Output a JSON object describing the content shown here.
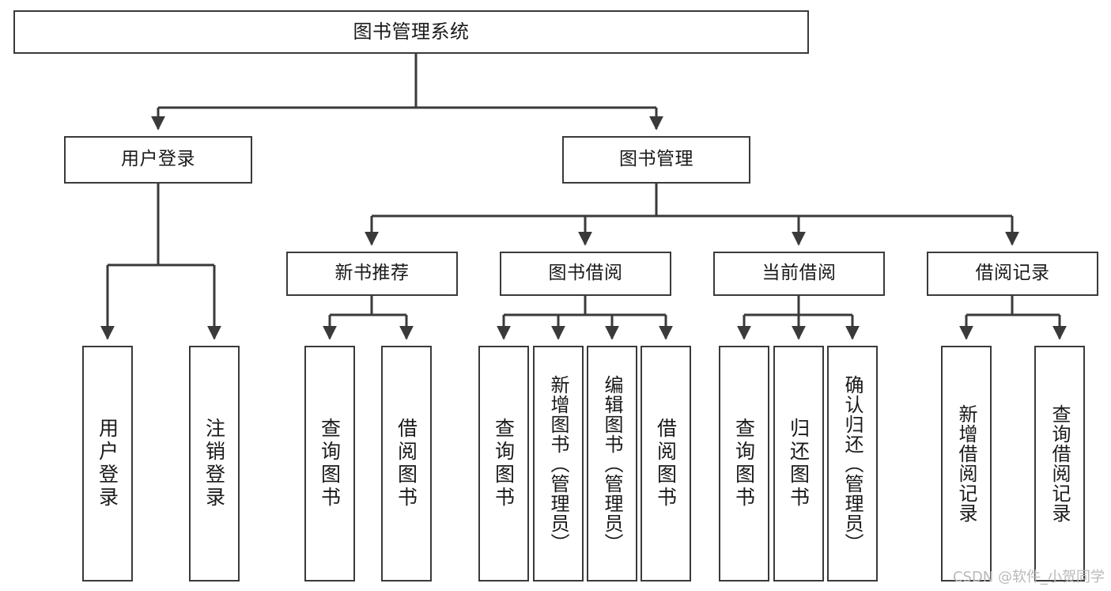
{
  "diagram": {
    "title": "图书管理系统",
    "type": "tree",
    "watermark": "CSDN @软件_小贺同学",
    "colors": {
      "box_border": "#3a3a3a",
      "box_fill": "#ffffff",
      "edge": "#3a3a3a",
      "text": "#1a1a1a",
      "watermark": "#b9b9b9",
      "background": "#ffffff"
    },
    "root": {
      "label": "图书管理系统"
    },
    "level2": [
      {
        "label": "用户登录"
      },
      {
        "label": "图书管理"
      }
    ],
    "level3": [
      {
        "label": "新书推荐"
      },
      {
        "label": "图书借阅"
      },
      {
        "label": "当前借阅"
      },
      {
        "label": "借阅记录"
      }
    ],
    "leaves": {
      "user_login": [
        {
          "label": "用户登录"
        },
        {
          "label": "注销登录"
        }
      ],
      "new_book_recommend": [
        {
          "label": "查询图书"
        },
        {
          "label": "借阅图书"
        }
      ],
      "book_borrow": [
        {
          "label": "查询图书"
        },
        {
          "label": "新增图书（管理员）"
        },
        {
          "label": "编辑图书（管理员）"
        },
        {
          "label": "借阅图书"
        }
      ],
      "current_borrow": [
        {
          "label": "查询图书"
        },
        {
          "label": "归还图书"
        },
        {
          "label": "确认归还（管理员）"
        }
      ],
      "borrow_record": [
        {
          "label": "新增借阅记录"
        },
        {
          "label": "查询借阅记录"
        }
      ]
    }
  }
}
